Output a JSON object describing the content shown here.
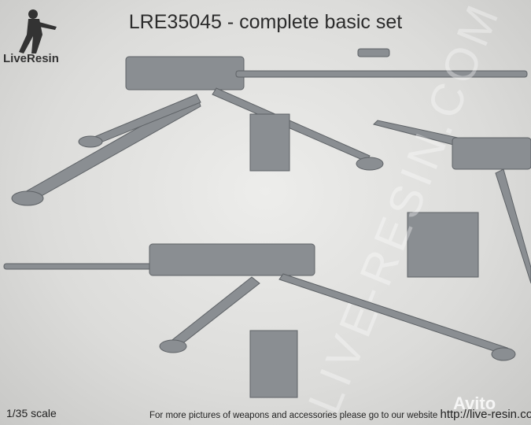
{
  "header": {
    "title": "LRE35045 - complete basic set"
  },
  "logo": {
    "text": "LiveResin"
  },
  "watermark": {
    "text": "LIVE-RESIN.COM",
    "avito": "Avito"
  },
  "footer": {
    "scale": "1/35 scale",
    "info": "For more pictures of weapons and accessories please go to our website",
    "url": "http://live-resin.com/"
  }
}
